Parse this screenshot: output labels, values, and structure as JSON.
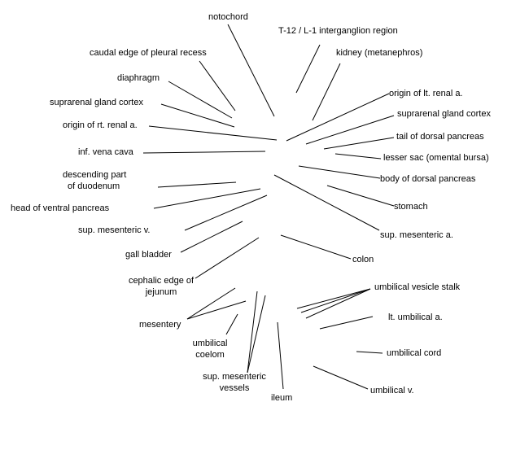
{
  "labels": {
    "notochord": "notochord",
    "t12_l1": "T-12 / L-1 interganglion region",
    "caudal_pleural": "caudal edge of pleural recess",
    "kidney": "kidney (metanephros)",
    "diaphragm": "diaphragm",
    "origin_lt_renal": "origin of lt. renal a.",
    "suprarenal_left": "suprarenal gland cortex",
    "suprarenal_right": "suprarenal gland cortex",
    "origin_rt_renal": "origin of rt. renal a.",
    "tail_dorsal_pancreas": "tail of dorsal pancreas",
    "inf_vena_cava": "inf. vena cava",
    "lesser_sac": "lesser sac (omental bursa)",
    "descending_duodenum": [
      "descending part",
      "of duodenum"
    ],
    "body_dorsal_pancreas": "body of dorsal pancreas",
    "head_ventral_pancreas": "head of ventral pancreas",
    "stomach": "stomach",
    "sup_mesenteric_v": "sup. mesenteric v.",
    "sup_mesenteric_a": "sup. mesenteric a.",
    "gall_bladder": "gall bladder",
    "colon": "colon",
    "cephalic_jejunum": [
      "cephalic edge of",
      "jejunum"
    ],
    "umbilical_vesicle_stalk": "umbilical vesicle stalk",
    "mesentery": "mesentery",
    "lt_umbilical_a": "lt. umbilical a.",
    "umbilical_coelom": [
      "umbilical",
      "coelom"
    ],
    "umbilical_cord": "umbilical cord",
    "sup_mesenteric_vessels": [
      "sup. mesenteric",
      "vessels"
    ],
    "ileum": "ileum",
    "umbilical_v": "umbilical v."
  }
}
